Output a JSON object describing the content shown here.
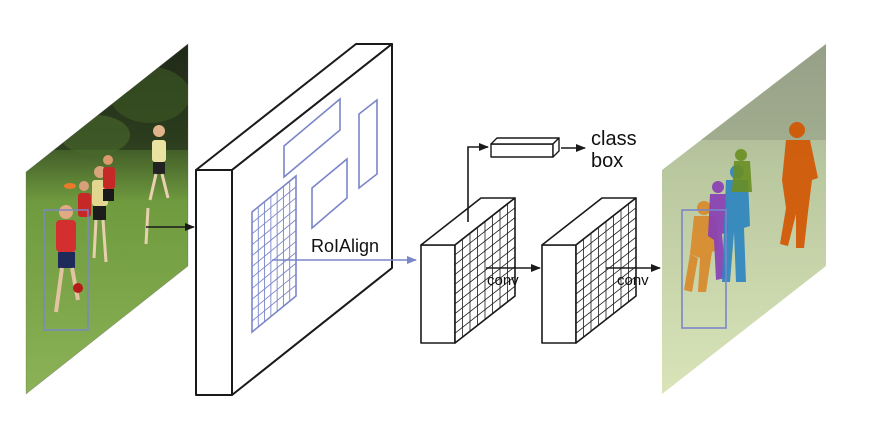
{
  "labels": {
    "roialign": "RoIAlign",
    "conv_1": "conv",
    "conv_2": "conv",
    "class": "class",
    "box": "box"
  },
  "colors": {
    "roi_blue": "#7b86c8",
    "stroke": "#1a1a1a",
    "grass_light": "#7fa84a",
    "grass_dark": "#4d7a2a",
    "trees": "#2a3320",
    "person_1": "#d98a2c",
    "person_2": "#8a3fb5",
    "person_3": "#2e86c1",
    "person_4": "#6b8e23",
    "person_5": "#d35400"
  },
  "icons": {
    "input_image": "soccer-photo",
    "output_image": "soccer-photo-with-instance-masks"
  }
}
